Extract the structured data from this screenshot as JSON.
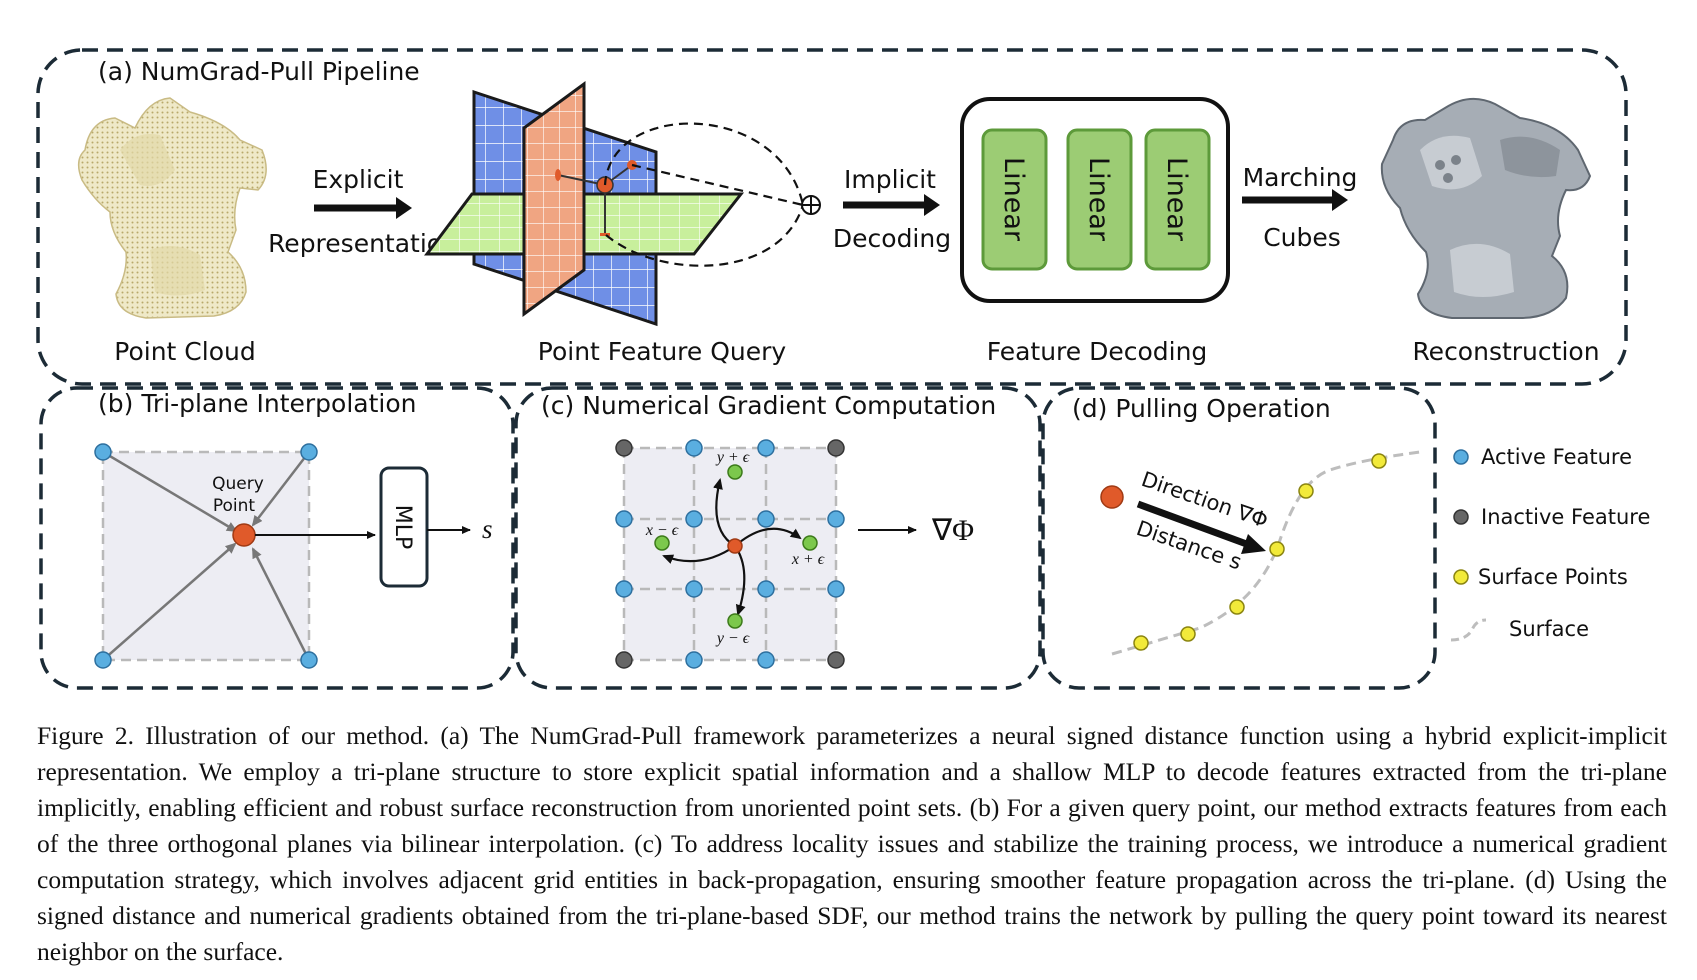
{
  "panels": {
    "a": {
      "title": "(a) NumGrad-Pull Pipeline",
      "point_cloud": "Point Cloud",
      "explicit": "Explicit",
      "representation": "Representation",
      "point_feature_query": "Point Feature Query",
      "implicit": "Implicit",
      "decoding": "Decoding",
      "linear": [
        "Linear",
        "Linear",
        "Linear"
      ],
      "feature_decoding": "Feature Decoding",
      "marching": "Marching",
      "cubes": "Cubes",
      "reconstruction": "Reconstruction",
      "sum_symbol": "⊕"
    },
    "b": {
      "title": "(b) Tri-plane Interpolation",
      "query": "Query",
      "point": "Point",
      "mlp": "MLP",
      "output": "s"
    },
    "c": {
      "title": "(c) Numerical Gradient Computation",
      "y_plus": "y + ϵ",
      "y_minus": "y − ϵ",
      "x_plus": "x + ϵ",
      "x_minus": "x − ϵ",
      "gradient": "∇Φ"
    },
    "d": {
      "title": "(d) Pulling Operation",
      "direction": "Direction ∇Φ",
      "distance": "Distance s"
    }
  },
  "legend": [
    {
      "label": "Active Feature",
      "color": "#5aaee0"
    },
    {
      "label": "Inactive Feature",
      "color": "#666666"
    },
    {
      "label": "Surface Points",
      "color": "#f2ea3a"
    },
    {
      "label": "Surface",
      "color": "#bdbdbd"
    }
  ],
  "colors": {
    "dashed_border": "#1c2b36",
    "query_point": "#e05a2a",
    "linear_fill": "#9ccc74",
    "linear_stroke": "#5d9a3a",
    "blue_plane": "#6f8fe6",
    "orange_plane": "#f0a582",
    "green_plane": "#c8ef9c",
    "cell_fill": "#ededf3"
  },
  "caption": "Figure 2. Illustration of our method. (a) The NumGrad-Pull framework parameterizes a neural signed distance function using a hybrid explicit-implicit representation. We employ a tri-plane structure to store explicit spatial information and a shallow MLP to decode features extracted from the tri-plane implicitly, enabling efficient and robust surface reconstruction from unoriented point sets. (b) For a given query point, our method extracts features from each of the three orthogonal planes via bilinear interpolation. (c) To address locality issues and stabilize the training process, we introduce a numerical gradient computation strategy, which involves adjacent grid entities in back-propagation, ensuring smoother feature propagation across the tri-plane. (d) Using the signed distance and numerical gradients obtained from the tri-plane-based SDF, our method trains the network by pulling the query point toward its nearest neighbor on the surface."
}
